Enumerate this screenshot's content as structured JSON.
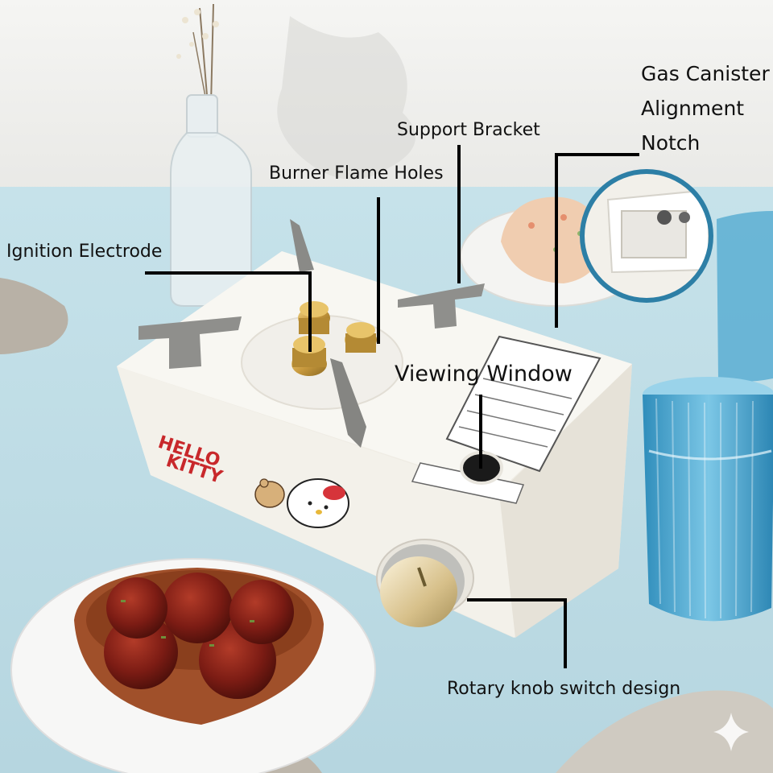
{
  "callouts": {
    "gas_canister_notch": [
      "Gas Canister",
      "Alignment",
      "Notch"
    ],
    "support_bracket": "Support Bracket",
    "burner_flame_holes": "Burner Flame Holes",
    "ignition_electrode": "Ignition Electrode",
    "viewing_window": "Viewing Window",
    "rotary_knob": "Rotary knob switch design"
  },
  "product_branding": {
    "logo_text": "HELLO KITTY",
    "accent_color": "#c8282b"
  },
  "colors": {
    "wall": "#f1f1ef",
    "tablecloth": "#bfdde6",
    "stove_body": "#f6f4ee",
    "burner_brass": "#c9a24a",
    "glass_blue": "#4aa3c8",
    "inset_circle": "#2d7fa6"
  }
}
